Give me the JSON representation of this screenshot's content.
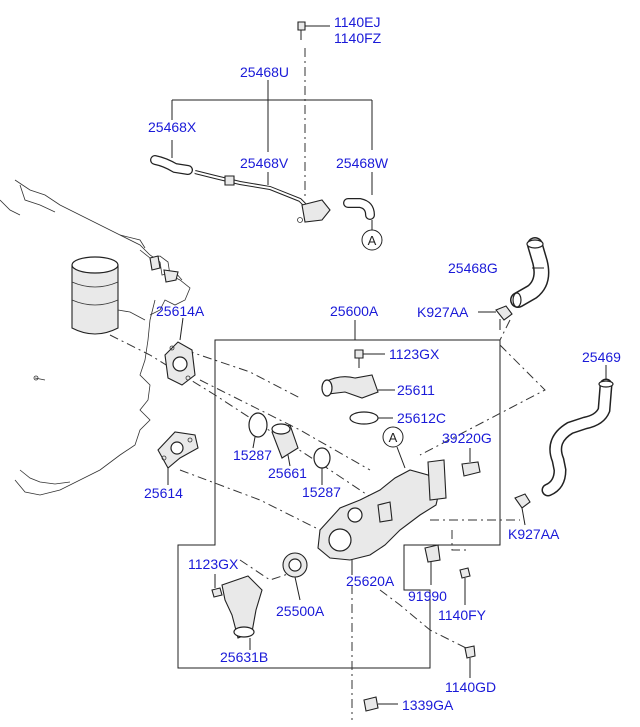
{
  "diagram": {
    "labels": {
      "l_1140EJ": "1140EJ",
      "l_1140FZ": "1140FZ",
      "l_25468U": "25468U",
      "l_25468X": "25468X",
      "l_25468V": "25468V",
      "l_25468W": "25468W",
      "l_25468G": "25468G",
      "l_K927AA_top": "K927AA",
      "l_25614A": "25614A",
      "l_25600A": "25600A",
      "l_25469": "25469",
      "l_1123GX_top": "1123GX",
      "l_25611": "25611",
      "l_25612C": "25612C",
      "l_39220G": "39220G",
      "l_15287_left": "15287",
      "l_25661": "25661",
      "l_15287_right": "15287",
      "l_25614": "25614",
      "l_K927AA_bottom": "K927AA",
      "l_1123GX_bottom": "1123GX",
      "l_25620A": "25620A",
      "l_25500A": "25500A",
      "l_91990": "91990",
      "l_1140FY": "1140FY",
      "l_25631B": "25631B",
      "l_1140GD": "1140GD",
      "l_1339GA": "1339GA"
    },
    "callouts": {
      "ref_A_top": "A",
      "ref_A_center": "A"
    }
  }
}
